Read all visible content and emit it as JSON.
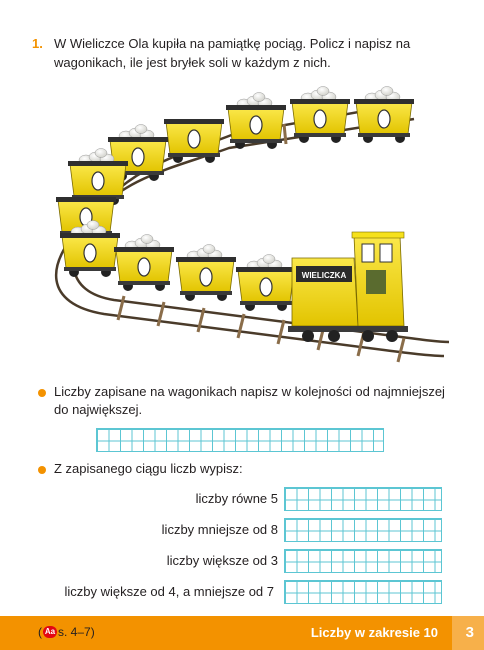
{
  "task": {
    "number": "1.",
    "text": "W Wieliczce Ola kupiła na pamiątkę pociąg. Policz i napisz na wagonikach, ile jest bryłek soli w każdym z nich."
  },
  "illustration": {
    "locomotive_label": "WIELICZKA",
    "colors": {
      "wagon_yellow": "#f6e11b",
      "frame_dark": "#3a3a3a",
      "rail": "#4a3b2a",
      "salt": "#f2f2ee"
    }
  },
  "instruction1": "Liczby zapisane na wagonikach napisz w kolejności od najmniejszej do największej.",
  "instruction2": "Z zapisanego ciągu liczb wypisz:",
  "rows": [
    {
      "label": "liczby równe 5"
    },
    {
      "label": "liczby mniejsze od 8"
    },
    {
      "label": "liczby większe od 3"
    },
    {
      "label": "liczby większe od 4, a mniejsze od 7"
    }
  ],
  "footer": {
    "ref_open": "(",
    "ref_icon": "Aa",
    "ref_text": "s. 4–7)",
    "title": "Liczby w zakresie 10",
    "page": "3"
  },
  "colors": {
    "accent": "#f39200",
    "grid": "#5cc6d3"
  }
}
